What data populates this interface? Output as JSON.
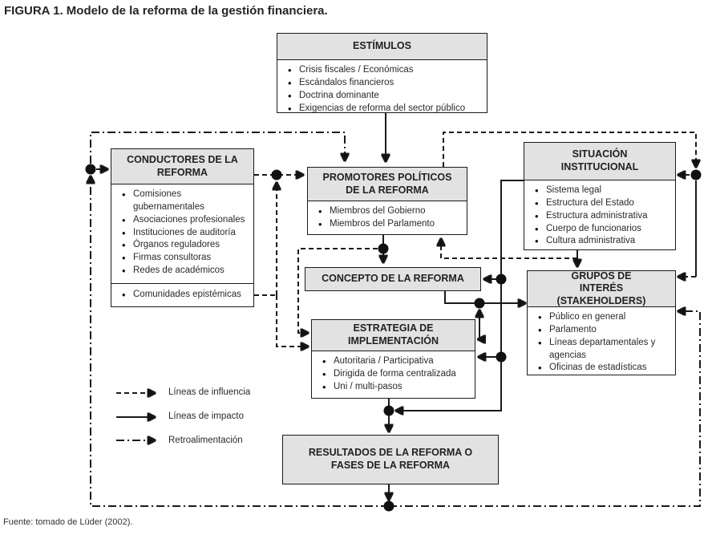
{
  "figure": {
    "title": "FIGURA 1. Modelo de la reforma de la gestión financiera.",
    "source": "Fuente: tomado de Lüder (2002)."
  },
  "colors": {
    "header_fill": "#e2e2e2",
    "line_ink": "#1a1a1a",
    "text": "#2b2b2b"
  },
  "boxes": {
    "estimulos": {
      "title": "ESTÍMULOS",
      "items": [
        "Crisis fiscales / Económicas",
        "Escándalos financieros",
        "Doctrina dominante",
        "Exigencias de reforma del sector público"
      ]
    },
    "conductores": {
      "title": "CONDUCTORES DE LA REFORMA",
      "items": [
        "Comisiones gubernamentales",
        "Asociaciones profesionales",
        "Instituciones de auditoría",
        "Órganos reguladores",
        "Firmas consultoras",
        "Redes de académicos"
      ],
      "items2": [
        "Comunidades epistémicas"
      ]
    },
    "promotores": {
      "title": "PROMOTORES POLÍTICOS DE LA REFORMA",
      "items": [
        "Miembros del Gobierno",
        "Miembros del Parlamento"
      ]
    },
    "situacion": {
      "title": "SITUACIÓN INSTITUCIONAL",
      "items": [
        "Sistema legal",
        "Estructura del Estado",
        "Estructura administrativa",
        "Cuerpo de funcionarios",
        "Cultura administrativa"
      ]
    },
    "concepto": {
      "title": "CONCEPTO DE LA REFORMA"
    },
    "grupos": {
      "title": "GRUPOS DE INTERÉS (STAKEHOLDERS)",
      "items": [
        "Público en general",
        "Parlamento",
        "Líneas departamentales y agencias",
        "Oficinas de estadísticas"
      ]
    },
    "estrategia": {
      "title": "ESTRATEGIA DE IMPLEMENTACIÓN",
      "items": [
        "Autoritaria / Participativa",
        "Dirigida de forma centralizada",
        "Uni / multi-pasos"
      ]
    },
    "resultados": {
      "title": "RESULTADOS DE LA REFORMA O FASES DE LA REFORMA"
    }
  },
  "legend": [
    {
      "style": "dashed",
      "label": "Líneas de influencia"
    },
    {
      "style": "solid",
      "label": "Líneas de impacto"
    },
    {
      "style": "dashdot",
      "label": "Retroalimentación"
    }
  ]
}
